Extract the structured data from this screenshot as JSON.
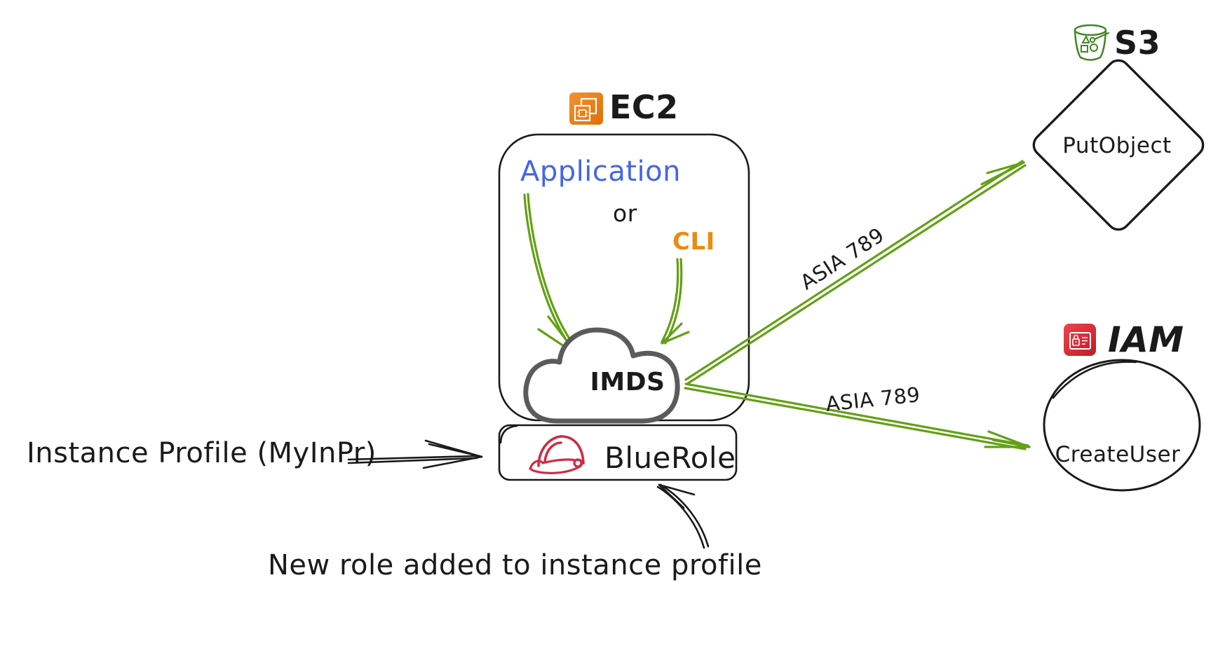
{
  "diagram": {
    "ec2_group": {
      "service": "EC2",
      "application": "Application",
      "conjunction": "or",
      "cli": "CLI",
      "imds": "IMDS"
    },
    "role_box": {
      "label": "BlueRole"
    },
    "s3_group": {
      "service": "S3",
      "action": "PutObject"
    },
    "iam_group": {
      "service": "IAM",
      "action": "CreateUser"
    },
    "labels": {
      "instance_profile": "Instance Profile (MyInPr)",
      "new_role_note": "New role added to instance profile",
      "credential_s3": "ASIA 789",
      "credential_iam": "ASIA 789"
    },
    "icons": {
      "ec2": "ec2-instance-icon",
      "s3": "s3-bucket-icon",
      "iam": "iam-identity-icon",
      "role": "role-hat-icon"
    },
    "colors": {
      "arrow_green": "#63a016",
      "application_blue": "#4465e9",
      "cli_orange": "#eb8b13",
      "ec2_orange": "#ed7100",
      "s3_green": "#3f8624",
      "iam_red": "#d02030",
      "role_red": "#ce2c46",
      "cloud_gray": "#5b5b5b",
      "ink": "#1a1a1a"
    }
  }
}
